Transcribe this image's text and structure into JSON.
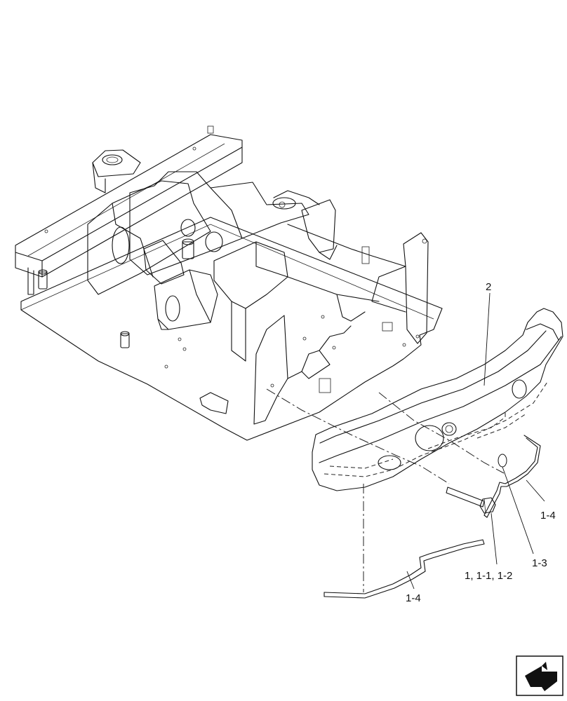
{
  "callouts": [
    {
      "id": "part-2",
      "text": "2"
    },
    {
      "id": "part-1-4-upper",
      "text": "1-4"
    },
    {
      "id": "part-1-3",
      "text": "1-3"
    },
    {
      "id": "part-1-group",
      "text": "1, 1-1, 1-2"
    },
    {
      "id": "part-1-4-lower",
      "text": "1-4"
    }
  ],
  "icons": {
    "nav": "next-page-arrow-icon"
  }
}
